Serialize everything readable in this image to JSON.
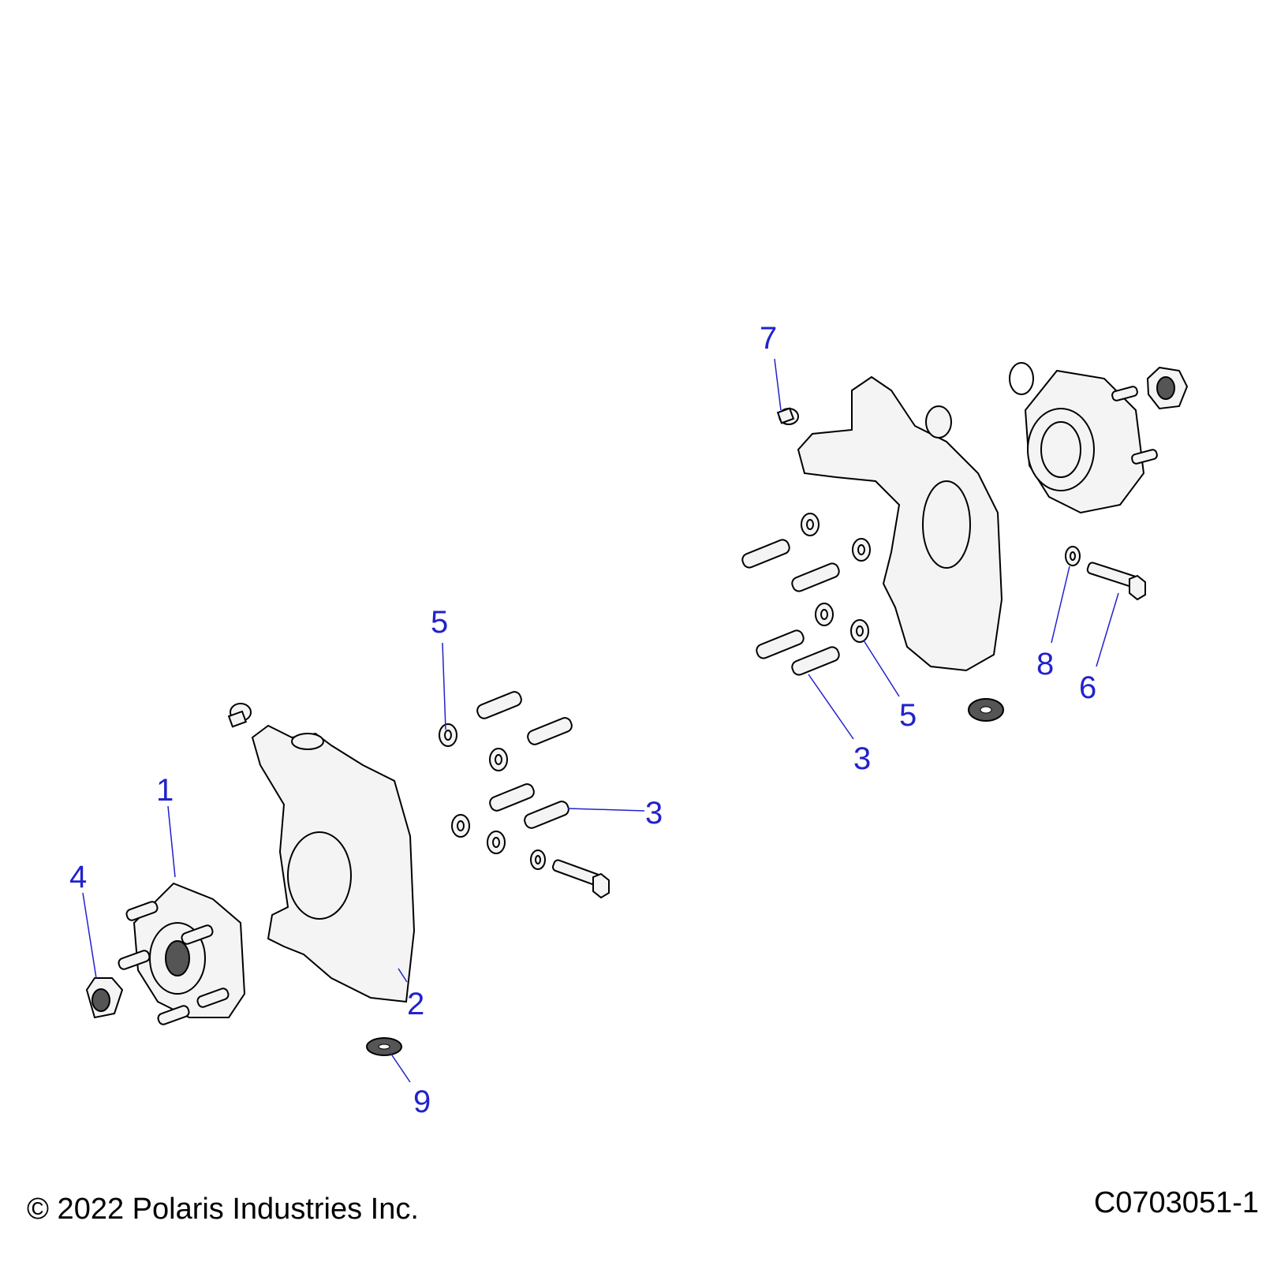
{
  "callouts": {
    "left": {
      "hub": "1",
      "knuckle": "2",
      "bolt": "3",
      "nut": "4",
      "washer": "5",
      "shim": "9"
    },
    "right": {
      "plug": "7",
      "bolt": "3",
      "washer": "5",
      "washer_small": "8",
      "flange_bolt": "6"
    }
  },
  "footer": {
    "copyright": "© 2022 Polaris Industries Inc.",
    "diagram_code": "C0703051-1"
  },
  "colors": {
    "callout": "#2222cc",
    "part_fill": "#f4f4f4"
  }
}
